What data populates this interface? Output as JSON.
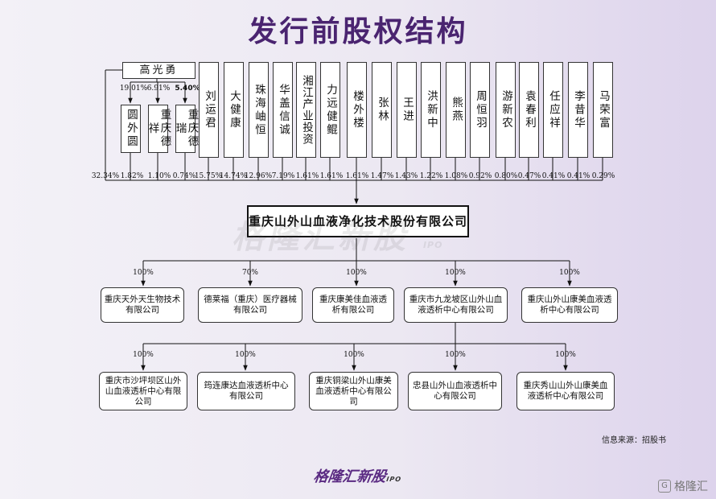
{
  "title": "发行前股权结构",
  "watermark": {
    "text": "格隆汇新股",
    "ipo": "IPO"
  },
  "source_note": "信息来源：招股书",
  "footer_logo": {
    "text": "格隆汇新股",
    "ipo": "IPO"
  },
  "corner_logo": {
    "mark": "G",
    "text": "格隆汇"
  },
  "root": {
    "name": "高光勇",
    "direct_pct": "32.34%"
  },
  "root_branches": [
    {
      "pct": "19.01%",
      "name": "圆外圆",
      "pct_to_company": "1.82%"
    },
    {
      "pct": "6.91%",
      "name": "重庆德祥",
      "pct_to_company": "1.10%"
    },
    {
      "pct": "5.40%",
      "name": "重庆德瑞",
      "pct_to_company": "0.74%"
    }
  ],
  "shareholders": [
    {
      "name": "刘运君",
      "pct": "15.75%"
    },
    {
      "name": "大健康",
      "pct": "14.74%"
    },
    {
      "name": "珠海岫恒",
      "pct": "12.96%"
    },
    {
      "name": "华盖信诚",
      "pct": "7.19%"
    },
    {
      "name": "湘江产业投资",
      "pct": "1.61%"
    },
    {
      "name": "力远健鲲",
      "pct": "1.61%"
    },
    {
      "name": "楼外楼",
      "pct": "1.61%"
    },
    {
      "name": "张林",
      "pct": "1.47%"
    },
    {
      "name": "王进",
      "pct": "1.43%"
    },
    {
      "name": "洪新中",
      "pct": "1.22%"
    },
    {
      "name": "熊燕",
      "pct": "1.08%"
    },
    {
      "name": "周恒羽",
      "pct": "0.92%"
    },
    {
      "name": "游新农",
      "pct": "0.80%"
    },
    {
      "name": "袁春利",
      "pct": "0.47%"
    },
    {
      "name": "任应祥",
      "pct": "0.41%"
    },
    {
      "name": "李昔华",
      "pct": "0.41%"
    },
    {
      "name": "马荣富",
      "pct": "0.29%"
    }
  ],
  "company": {
    "name": "重庆山外山血液净化技术股份有限公司"
  },
  "subsidiaries": [
    {
      "pct": "100%",
      "name": "重庆天外天生物技术有限公司"
    },
    {
      "pct": "70%",
      "name": "德莱福（重庆）医疗器械有限公司"
    },
    {
      "pct": "100%",
      "name": "重庆康美佳血液透析有限公司"
    },
    {
      "pct": "100%",
      "name": "重庆市九龙坡区山外山血液透析中心有限公司"
    },
    {
      "pct": "100%",
      "name": "重庆山外山康美血液透析中心有限公司"
    }
  ],
  "sub_subsidiaries": [
    {
      "pct": "100%",
      "name": "重庆市沙坪坝区山外山血液透析中心有限公司"
    },
    {
      "pct": "100%",
      "name": "筠连康达血液透析中心有限公司"
    },
    {
      "pct": "100%",
      "name": "重庆铜梁山外山康美血液透析中心有限公司"
    },
    {
      "pct": "100%",
      "name": "忠县山外山血液透析中心有限公司"
    },
    {
      "pct": "100%",
      "name": "重庆秀山山外山康美血液透析中心有限公司"
    }
  ]
}
